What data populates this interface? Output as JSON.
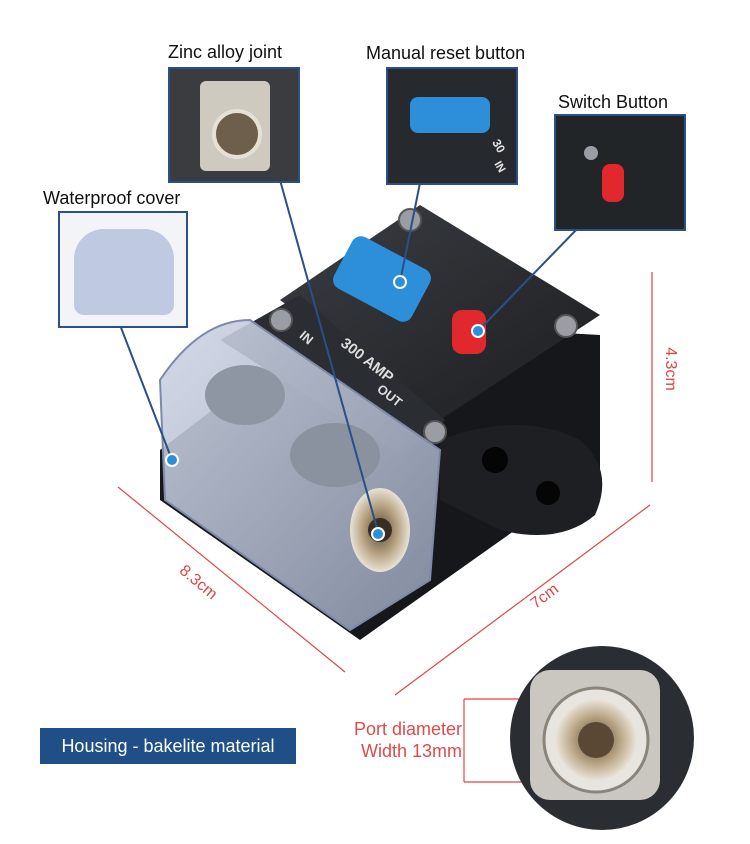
{
  "callouts": {
    "zinc": "Zinc alloy joint",
    "reset": "Manual reset button",
    "switch": "Switch Button",
    "waterproof": "Waterproof cover"
  },
  "device": {
    "rating": "300 AMP",
    "in_label": "IN",
    "out_label": "OUT",
    "reset_inset_text": "30",
    "reset_inset_in": "IN"
  },
  "dimensions": {
    "height": "4.3cm",
    "length": "8.3cm",
    "width": "7cm"
  },
  "banner": "Housing - bakelite material",
  "port": {
    "line1": "Port diameter",
    "line2": "Width 13mm"
  },
  "colors": {
    "accent_blue": "#1f4f86",
    "dimension_red": "#e04545",
    "reset_button": "#2d8fd9",
    "switch_button": "#e0282d"
  }
}
